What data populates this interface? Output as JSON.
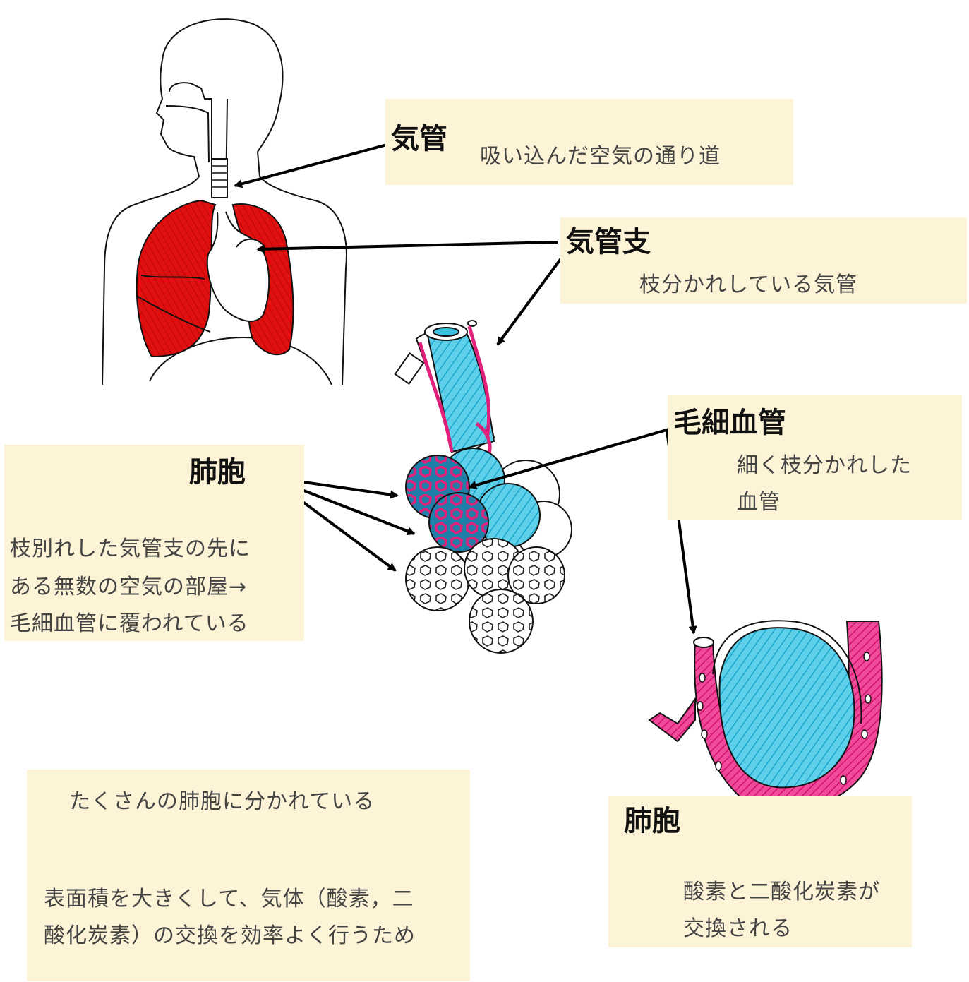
{
  "trachea": {
    "title": "気管",
    "desc": "吸い込んだ空気の通り道"
  },
  "bronchi": {
    "title": "気管支",
    "desc": "枝分かれしている気管"
  },
  "capillary": {
    "title": "毛細血管",
    "desc_line1": "細く枝分かれした",
    "desc_line2": "血管"
  },
  "alveolus_left": {
    "title": "肺胞",
    "desc_line1": "枝別れした気管支の先に",
    "desc_line2": "ある無数の空気の部屋→",
    "desc_line3": "毛細血管に覆われている"
  },
  "alveolus_right": {
    "title": "肺胞",
    "desc_line1": "酸素と二酸化炭素が",
    "desc_line2": "交換される"
  },
  "summary": {
    "line1": "たくさんの肺胞に分かれている",
    "line2": "表面積を大きくして、気体（酸素，二",
    "line3": "酸化炭素）の交換を効率よく行うため"
  },
  "colors": {
    "lung_red": "#e01010",
    "airway_blue": "#3cc0e0",
    "capillary_pink": "#e0207a",
    "label_bg": "#fdf3d6"
  }
}
